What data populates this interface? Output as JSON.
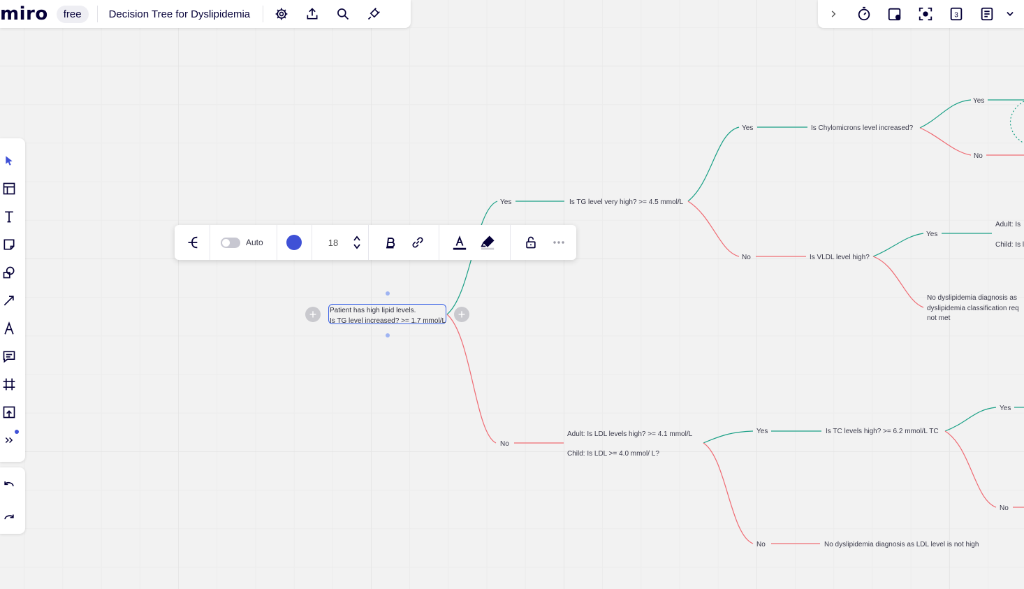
{
  "header": {
    "logo": "miro",
    "plan": "free",
    "board_title": "Decision Tree for Dyslipidemia",
    "icons": [
      "gear-icon",
      "export-icon",
      "search-icon",
      "plugin-icon"
    ]
  },
  "topright": {
    "icons": [
      "chevron-right-icon",
      "timer-icon",
      "reactions-icon",
      "focus-icon",
      "voting-icon",
      "notes-icon",
      "chevron-down-icon"
    ],
    "voting_count": "3"
  },
  "left_toolbar": {
    "tools": [
      "cursor-icon",
      "templates-icon",
      "text-icon",
      "sticky-note-icon",
      "shapes-icon",
      "connector-icon",
      "pen-icon",
      "comment-icon",
      "frame-icon",
      "upload-icon",
      "more-tools-icon"
    ],
    "undo": "undo-icon",
    "redo": "redo-icon"
  },
  "context_toolbar": {
    "auto_label": "Auto",
    "font_size": "18",
    "color": "#3f51d6"
  },
  "tree": {
    "root_line1": "Patient has high lipid levels.",
    "root_line2": "Is TG level increased? >= 1.7 mmol/L",
    "yes1": "Yes",
    "q_tg_very_high": "Is TG level very high? >= 4.5 mmol/L",
    "yes2": "Yes",
    "q_chylo": "Is Chylomicrons level increased?",
    "yes3": "Yes",
    "no3": "No",
    "no2": "No",
    "q_vldl": "Is VLDL level high?",
    "yes4": "Yes",
    "adult_is": "Adult: Is",
    "child_is": "Child: Is l",
    "nodx_line1": "No dyslipidemia diagnosis as",
    "nodx_line2": "dyslipidemia classification req",
    "nodx_line3": "not met",
    "no1": "No",
    "q_ldl_adult": "Adult: Is LDL levels high? >= 4.1 mmol/L",
    "q_ldl_child": "Child: Is LDL >= 4.0 mmol/ L?",
    "yes5": "Yes",
    "q_tc": "Is TC levels high? >= 6.2 mmol/L TC",
    "yes6": "Yes",
    "no6": "No",
    "no5": "No",
    "no_ldl_dx": "No dyslipidemia diagnosis as LDL level is not high"
  },
  "colors": {
    "yes_branch": "#1aa086",
    "no_branch": "#ef6b73",
    "selection": "#3b63e6"
  }
}
